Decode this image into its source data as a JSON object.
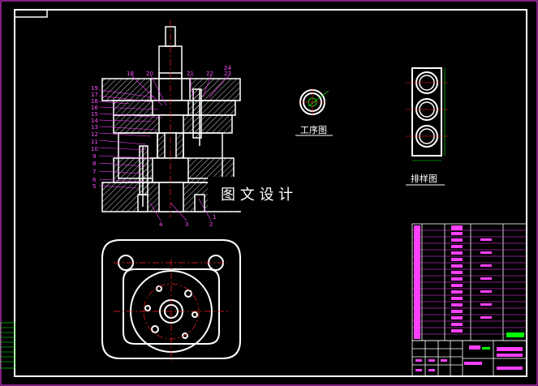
{
  "labels": {
    "process_view": "工序图",
    "layout_view": "排样图",
    "watermark": "图 文 设 计"
  },
  "part_numbers": {
    "left": [
      "19",
      "17",
      "18",
      "16",
      "15",
      "14",
      "13",
      "12",
      "11",
      "10",
      "9",
      "8",
      "7",
      "6",
      "5"
    ],
    "top": [
      "18",
      "20",
      "21",
      "22",
      "23",
      "24"
    ],
    "bottom": [
      "4",
      "3",
      "2",
      "1"
    ]
  },
  "colors": {
    "frame": "#ffffff",
    "hatch": "#ffffff",
    "centerline": "#ff2020",
    "dimension": "#00ff00",
    "leader": "#ff40ff",
    "title_block": "#ff40ff",
    "background": "#000000"
  }
}
